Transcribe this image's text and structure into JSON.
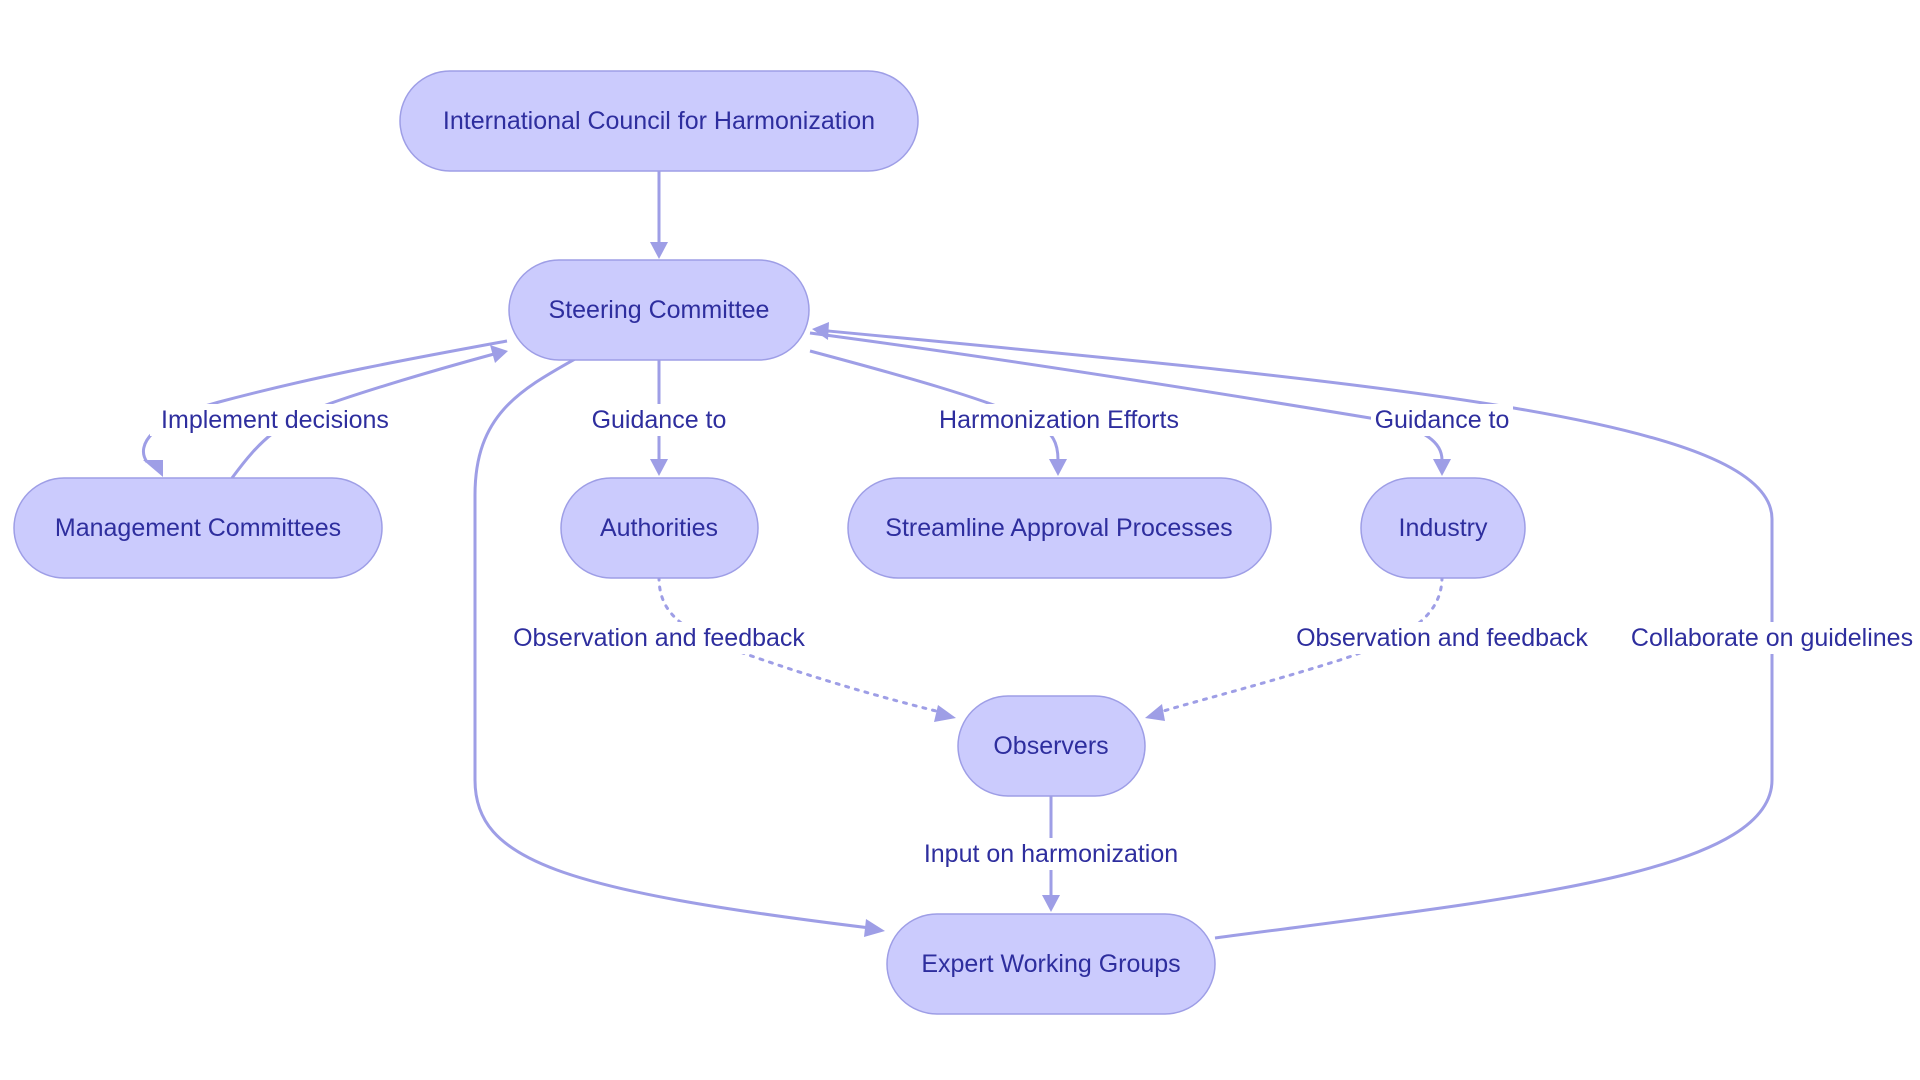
{
  "diagram": {
    "type": "flowchart",
    "colors": {
      "node_fill": "#cbcbfd",
      "node_border": "#9e9ee6",
      "edge": "#9e9ee6",
      "text": "#2e2e9e",
      "background": "#ffffff"
    },
    "nodes": {
      "ich": "International Council for Harmonization",
      "steering": "Steering Committee",
      "management": "Management Committees",
      "authorities": "Authorities",
      "streamline": "Streamline Approval Processes",
      "industry": "Industry",
      "observers": "Observers",
      "ewg": "Expert Working Groups"
    },
    "edges": [
      {
        "from": "International Council for Harmonization",
        "to": "Steering Committee",
        "label": "",
        "style": "solid"
      },
      {
        "from": "Steering Committee",
        "to": "Management Committees",
        "label": "Implement decisions",
        "style": "solid"
      },
      {
        "from": "Management Committees",
        "to": "Steering Committee",
        "label": "",
        "style": "solid"
      },
      {
        "from": "Steering Committee",
        "to": "Authorities",
        "label": "Guidance to",
        "style": "solid"
      },
      {
        "from": "Steering Committee",
        "to": "Streamline Approval Processes",
        "label": "Harmonization Efforts",
        "style": "solid"
      },
      {
        "from": "Steering Committee",
        "to": "Industry",
        "label": "Guidance to",
        "style": "solid"
      },
      {
        "from": "Authorities",
        "to": "Observers",
        "label": "Observation and feedback",
        "style": "dotted"
      },
      {
        "from": "Industry",
        "to": "Observers",
        "label": "Observation and feedback",
        "style": "dotted"
      },
      {
        "from": "Observers",
        "to": "Expert Working Groups",
        "label": "Input on harmonization",
        "style": "solid"
      },
      {
        "from": "Steering Committee",
        "to": "Expert Working Groups",
        "label": "",
        "style": "solid"
      },
      {
        "from": "Expert Working Groups",
        "to": "Steering Committee",
        "label": "Collaborate on guidelines",
        "style": "solid"
      }
    ],
    "edge_labels": {
      "implement_decisions": "Implement decisions",
      "guidance_to_authorities": "Guidance to",
      "harmonization_efforts": "Harmonization Efforts",
      "guidance_to_industry": "Guidance to",
      "feedback_authorities": "Observation and feedback",
      "feedback_industry": "Observation and feedback",
      "collaborate": "Collaborate on guidelines",
      "input_harmonization": "Input on harmonization"
    }
  }
}
